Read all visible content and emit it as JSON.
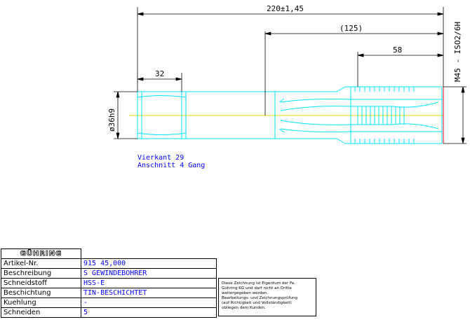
{
  "dimensions": {
    "overall_length": "220±1,45",
    "shank_length": "(125)",
    "thread_length": "58",
    "square_length": "32",
    "shank_diameter": "ø36h9",
    "thread_spec": "M45 - ISO2/6H"
  },
  "notes": {
    "line1": "Vierkant 29",
    "line2": "Anschnitt 4 Gang"
  },
  "title_block": {
    "logo": "GÜHRING",
    "rows": [
      {
        "label": "Artikel-Nr.",
        "value": "915 45,000"
      },
      {
        "label": "Beschreibung",
        "value": "S GEWINDEBOHRER"
      },
      {
        "label": "Schneidstoff",
        "value": "HSS-E"
      },
      {
        "label": "Beschichtung",
        "value": "TIN-BESCHICHTET"
      },
      {
        "label": "Kuehlung",
        "value": "-"
      },
      {
        "label": "Schneiden",
        "value": "5"
      }
    ]
  },
  "copyright": "Diese Zeichnung ist Eigentum der Fa.\nGühring KG und darf nicht an Dritte\nweitergegeben werden.\nBearbeitungs- und Zeichnungsprüfung\n(auf Richtigkeit und Vollständigkeit)\nobliegen dem Kunden.",
  "colors": {
    "outline": "#00e5ff",
    "centerline": "#e6d800",
    "dimension": "#000000",
    "note": "#0000ff",
    "thread_end": "#ff0000"
  }
}
